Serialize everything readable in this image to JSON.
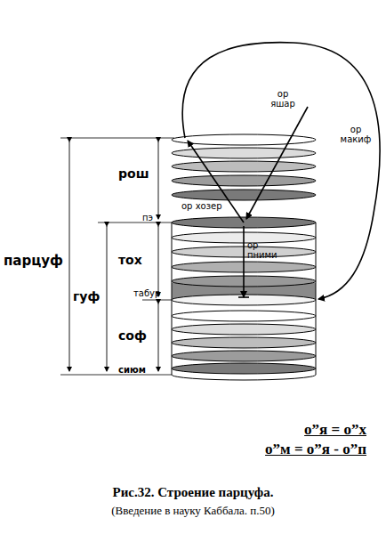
{
  "diagram": {
    "caption": "Рис.32. Строение парцуфа.",
    "labels": [
      "ор яшар",
      "ор макиф",
      "рош",
      "пэ",
      "ор хозер",
      "ор пними",
      "тох",
      "табур",
      "парцуф",
      "гуф",
      "соф",
      "сиюм",
      "о”я = о”х",
      "о”м = о”я - о”п",
      "(Введение в науку Каббала. п.50)"
    ]
  }
}
